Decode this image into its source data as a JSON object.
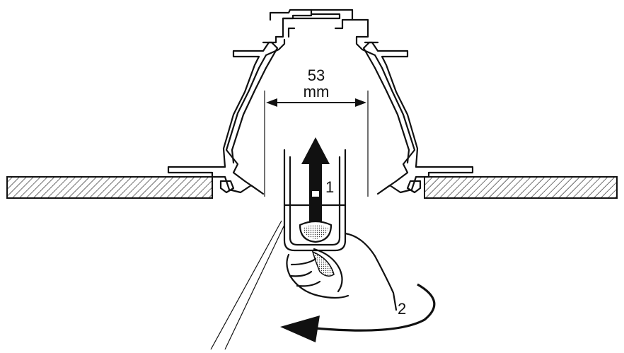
{
  "dimension": {
    "value": "53",
    "unit": "mm"
  },
  "steps": {
    "one": "1",
    "two": "2"
  }
}
